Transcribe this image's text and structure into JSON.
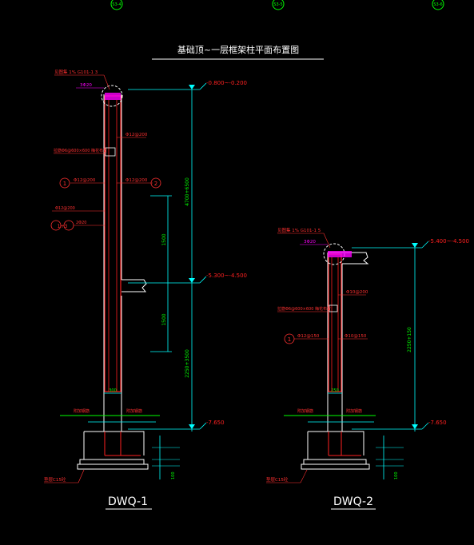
{
  "top_markers": [
    "S3-4",
    "S3-5",
    "S3-6"
  ],
  "title": "基础顶~一层框架柱平面布置图",
  "left_wall": {
    "name": "DWQ-1",
    "pile_cap_label": "见图集 1% G101-1 3",
    "cap_bar": "3Φ20",
    "elev_top": "-0.800~-0.200",
    "elev_mid": "-5.300~-4.500",
    "elev_bottom": "-7.650",
    "horiz_bar": "Φ12@200",
    "tie_note": "拉筋Φ6@600×600\n梅花布置",
    "bar_left": "Φ12@200",
    "bar_right": "Φ12@200",
    "circle_1": "1",
    "circle_2": "2",
    "circle_13": "1+3",
    "dim_vert_1": "1500",
    "dim_vert_2": "1500",
    "span_upper": "4700+6500",
    "span_lower": "2250+3500",
    "thickness": "300",
    "lbl_add_left": "附加钢筋",
    "lbl_add_right": "附加钢筋",
    "bottom_note": "垫层C15砼",
    "side_dim": "100"
  },
  "right_wall": {
    "name": "DWQ-2",
    "pile_cap_label": "见图集 1% G101-1 5",
    "cap_bar": "3Φ20",
    "elev_top": "-5.400~-4.500",
    "elev_bottom": "-7.650",
    "horiz_bar": "Φ10@200",
    "tie_note": "拉筋Φ6@600×600\n梅花布置",
    "bar_left": "Φ12@150",
    "bar_right": "Φ10@150",
    "circle_1": "1",
    "span": "2250+150",
    "thickness": "250",
    "lbl_add_left": "附加钢筋",
    "lbl_add_right": "附加钢筋",
    "bottom_note": "垫层C15砼",
    "side_dim": "100"
  }
}
